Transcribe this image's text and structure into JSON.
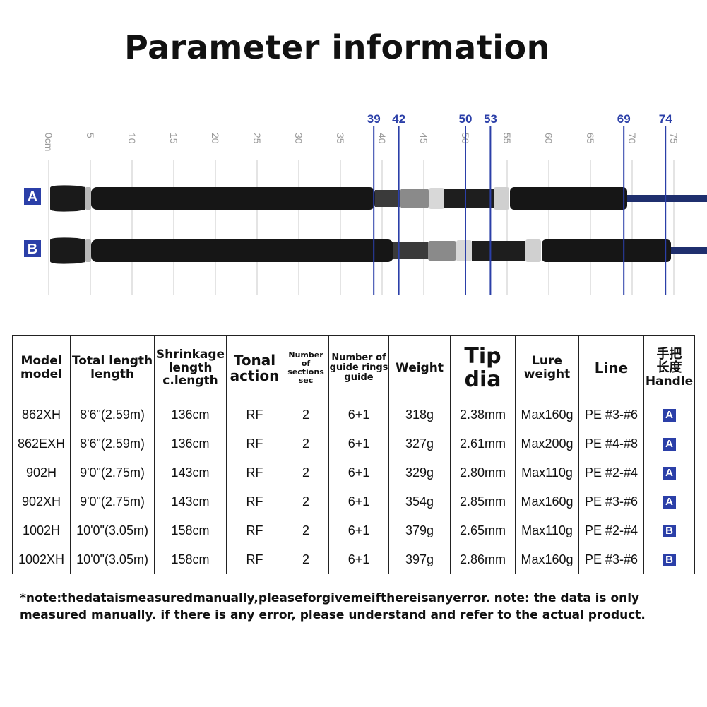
{
  "title": "Parameter information",
  "ruler": {
    "ticks": [
      "0cm",
      "5",
      "10",
      "15",
      "20",
      "25",
      "30",
      "35",
      "40",
      "45",
      "50",
      "55",
      "60",
      "65",
      "70",
      "75"
    ],
    "markers": [
      "39",
      "42",
      "50",
      "53",
      "69",
      "74"
    ],
    "rod_a_label": "A",
    "rod_b_label": "B",
    "marker_color": "#2b3fa8"
  },
  "table": {
    "headers": {
      "model": "Model model",
      "total_length": "Total length length",
      "shrinkage": "Shrinkage length c.length",
      "tonal": "Tonal action",
      "sections": "Number of sections sec",
      "guides": "Number of guide rings guide",
      "weight": "Weight",
      "tip": "Tip dia",
      "lure": "Lure weight",
      "line": "Line",
      "handle_cn": "手把长度",
      "handle": "Handle"
    },
    "rows": [
      {
        "model": "862XH",
        "total": "8'6\"(2.59m)",
        "shrink": "136cm",
        "action": "RF",
        "sec": "2",
        "guide": "6+1",
        "weight": "318g",
        "tip": "2.38mm",
        "lure": "Max160g",
        "line": "PE #3-#6",
        "handle": "A"
      },
      {
        "model": "862EXH",
        "total": "8'6\"(2.59m)",
        "shrink": "136cm",
        "action": "RF",
        "sec": "2",
        "guide": "6+1",
        "weight": "327g",
        "tip": "2.61mm",
        "lure": "Max200g",
        "line": "PE #4-#8",
        "handle": "A"
      },
      {
        "model": "902H",
        "total": "9'0\"(2.75m)",
        "shrink": "143cm",
        "action": "RF",
        "sec": "2",
        "guide": "6+1",
        "weight": "329g",
        "tip": "2.80mm",
        "lure": "Max110g",
        "line": "PE #2-#4",
        "handle": "A"
      },
      {
        "model": "902XH",
        "total": "9'0\"(2.75m)",
        "shrink": "143cm",
        "action": "RF",
        "sec": "2",
        "guide": "6+1",
        "weight": "354g",
        "tip": "2.85mm",
        "lure": "Max160g",
        "line": "PE #3-#6",
        "handle": "A"
      },
      {
        "model": "1002H",
        "total": "10'0\"(3.05m)",
        "shrink": "158cm",
        "action": "RF",
        "sec": "2",
        "guide": "6+1",
        "weight": "379g",
        "tip": "2.65mm",
        "lure": "Max110g",
        "line": "PE #2-#4",
        "handle": "B"
      },
      {
        "model": "1002XH",
        "total": "10'0\"(3.05m)",
        "shrink": "158cm",
        "action": "RF",
        "sec": "2",
        "guide": "6+1",
        "weight": "397g",
        "tip": "2.86mm",
        "lure": "Max160g",
        "line": "PE #3-#6",
        "handle": "B"
      }
    ]
  },
  "note": "*note:thedataismeasuredmanually,pleaseforgivemeifthereisanyerror. note: the data is only measured manually. if there is any error, please understand and refer to the actual product."
}
